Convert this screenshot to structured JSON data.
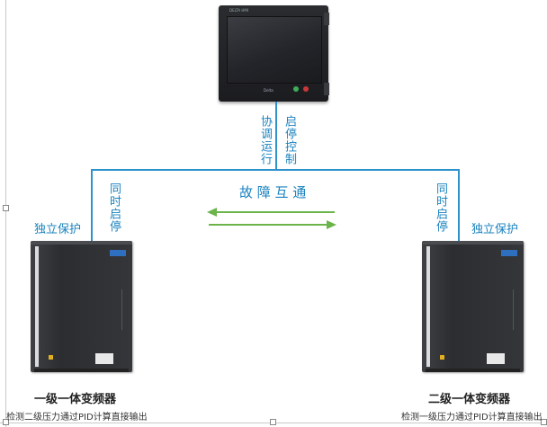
{
  "hmi": {
    "brand": "DELTA HMI",
    "footer": "Delta"
  },
  "links": {
    "coordinated_run": "协调运行",
    "start_stop_control": "启停控制",
    "left_sync": "同时启停",
    "right_sync": "同时启停",
    "fault_exchange": "故 障 互 通"
  },
  "left_unit": {
    "protection": "独立保护",
    "title": "一级一体变频器",
    "description": "检测二级压力通过PID计算直接输出"
  },
  "right_unit": {
    "protection": "独立保护",
    "title": "二级一体变频器",
    "description": "检测一级压力通过PID计算直接输出"
  },
  "colors": {
    "line_blue": "#2f92cc",
    "arrow_green": "#6bb44a",
    "text_blue": "#1a82bf"
  }
}
